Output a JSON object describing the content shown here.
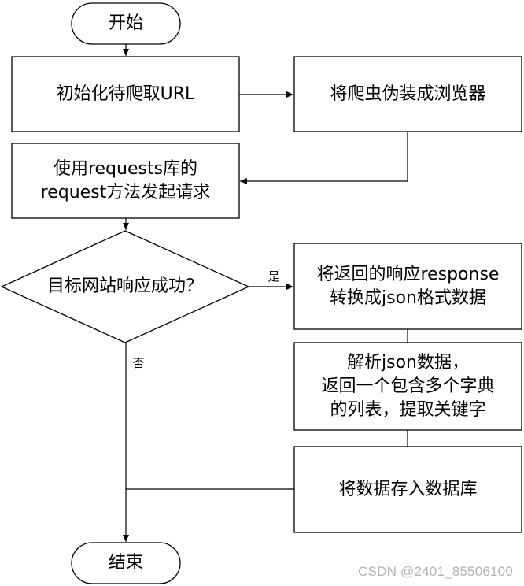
{
  "flowchart": {
    "start": "开始",
    "init": "初始化待爬取URL",
    "disguise": "将爬虫伪装成浏览器",
    "request": "使用requests库的\nrequest方法发起请求",
    "decision": "目标网站响应成功？",
    "yes_label": "是",
    "no_label": "否",
    "convert": "将返回的响应response\n转换成json格式数据",
    "parse": "解析json数据，\n返回一个包含多个字典\n的列表，提取关键字",
    "store": "将数据存入数据库",
    "end": "结束"
  },
  "watermark": "CSDN @2401_85506100"
}
